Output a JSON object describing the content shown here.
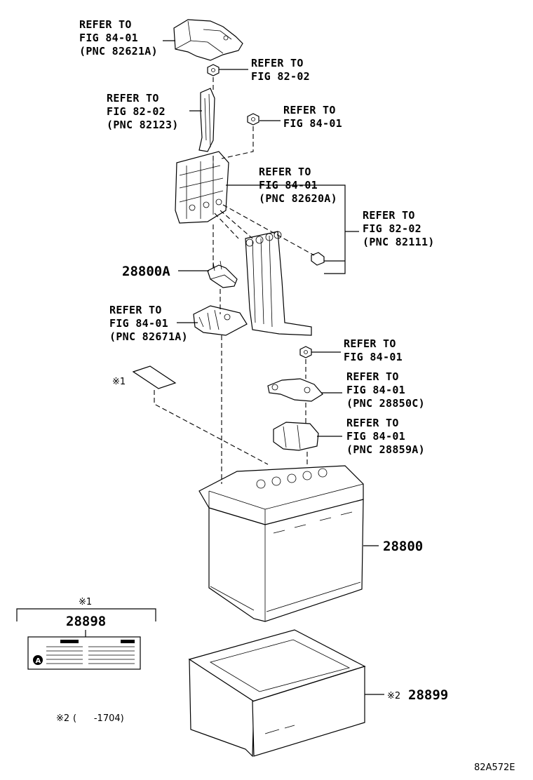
{
  "callouts": [
    {
      "id": "c1",
      "lines": [
        "REFER TO",
        "FIG 84-01",
        "(PNC 82621A)"
      ]
    },
    {
      "id": "c2",
      "lines": [
        "REFER TO",
        "FIG 82-02"
      ]
    },
    {
      "id": "c3",
      "lines": [
        "REFER TO",
        "FIG 82-02",
        "(PNC 82123)"
      ]
    },
    {
      "id": "c4",
      "lines": [
        "REFER TO",
        "FIG 84-01"
      ]
    },
    {
      "id": "c5",
      "lines": [
        "REFER TO",
        "FIG 84-01",
        "(PNC 82620A)"
      ]
    },
    {
      "id": "c6",
      "lines": [
        "REFER TO",
        "FIG 82-02",
        "(PNC 82111)"
      ]
    },
    {
      "id": "c7",
      "lines": [
        "REFER TO",
        "FIG 84-01",
        "(PNC 82671A)"
      ]
    },
    {
      "id": "c8",
      "lines": [
        "REFER TO",
        "FIG 84-01"
      ]
    },
    {
      "id": "c9",
      "lines": [
        "REFER TO",
        "FIG 84-01",
        "(PNC 28850C)"
      ]
    },
    {
      "id": "c10",
      "lines": [
        "REFER TO",
        "FIG 84-01",
        "(PNC 28859A)"
      ]
    }
  ],
  "parts": {
    "p28800A": "28800A",
    "p28800": "28800",
    "p28899": "28899",
    "p28898": "28898"
  },
  "notes": {
    "mark1": "※1",
    "mark1_box": "※1",
    "mark2": "※2",
    "footnote_mark": "※2",
    "footnote_range": "(      -1704)",
    "label_symbol": "A"
  },
  "figure_code": "82A572E"
}
